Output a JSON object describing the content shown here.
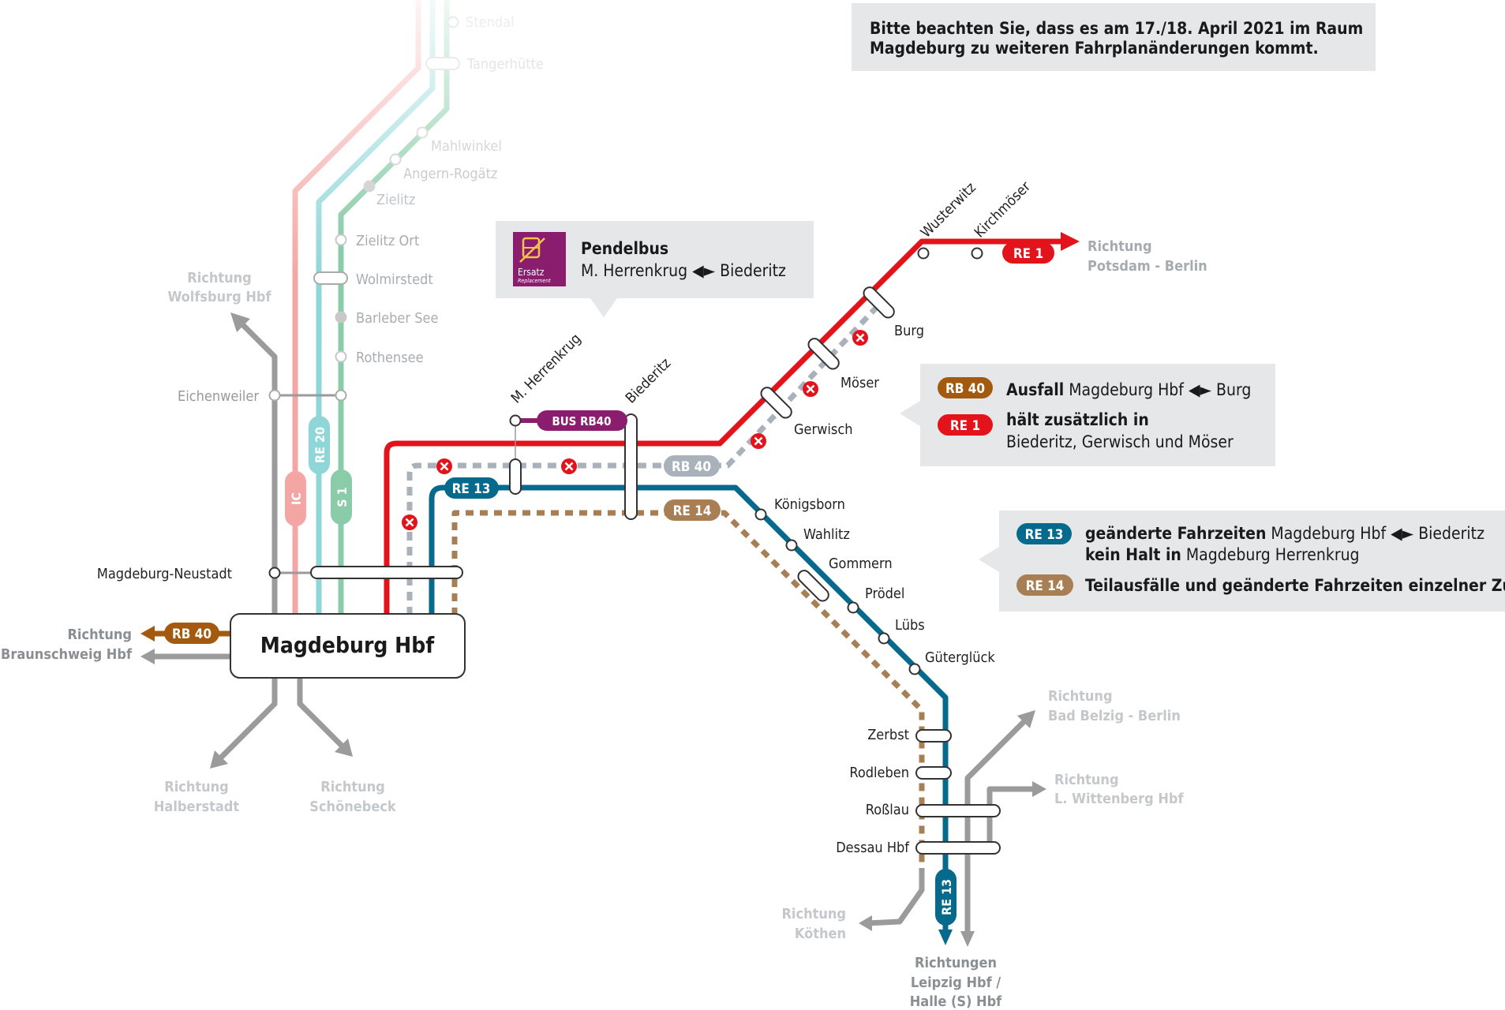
{
  "notice": {
    "line1": "Bitte beachten Sie, dass es am 17./18. April 2021 im Raum",
    "line2": "Magdeburg zu weiteren Fahrplanänderungen kommt."
  },
  "hub": {
    "label": "Magdeburg Hbf"
  },
  "pendelbus": {
    "title": "Pendelbus",
    "route": "M. Herrenkrug ◀► Biederitz",
    "icon_line1": "Ersatz",
    "icon_line2": "Replacement"
  },
  "info_box_north": {
    "item1": {
      "badge": "RB 40",
      "bold": "Ausfall",
      "rest": " Magdeburg Hbf ◀► Burg"
    },
    "item2": {
      "badge": "RE 1",
      "bold": "hält zusätzlich in",
      "line2": "Biederitz, Gerwisch und Möser"
    }
  },
  "info_box_south": {
    "item1": {
      "badge": "RE 13",
      "bold": "geänderte Fahrzeiten",
      "rest": " Magdeburg Hbf ◀► Biederitz",
      "bold2": "kein Halt in",
      "rest2": " Magdeburg Herrenkrug"
    },
    "item2": {
      "badge": "RE 14",
      "bold": "Teilausfälle und geänderte Fahrzeiten einzelner Züge"
    }
  },
  "line_badges": {
    "re1": "RE 1",
    "rb40": "RB 40",
    "re13": "RE 13",
    "re14": "RE 14",
    "bus": "BUS RB40",
    "ic": "IC",
    "re20": "RE 20",
    "s1": "S 1",
    "rb40_west": "RB 40",
    "re13_south": "RE 13"
  },
  "stations": {
    "stendal": "Stendal",
    "tangerhuette": "Tangerhütte",
    "mahlwinkel": "Mahlwinkel",
    "angern": "Angern-Rogätz",
    "zielitz": "Zielitz",
    "zielitz_ort": "Zielitz Ort",
    "wolmirstedt": "Wolmirstedt",
    "barleber": "Barleber See",
    "rothensee": "Rothensee",
    "eichenweiler": "Eichenweiler",
    "neustadt": "Magdeburg-Neustadt",
    "herrenkrug": "M. Herrenkrug",
    "biederitz": "Biederitz",
    "gerwisch": "Gerwisch",
    "moeser": "Möser",
    "burg": "Burg",
    "wusterwitz": "Wusterwitz",
    "kirchmoeser": "Kirchmöser",
    "koenigsborn": "Königsborn",
    "wahlitz": "Wahlitz",
    "gommern": "Gommern",
    "proedel": "Prödel",
    "luebs": "Lübs",
    "gueterglueck": "Güterglück",
    "zerbst": "Zerbst",
    "rodleben": "Rodleben",
    "rosslau": "Roßlau",
    "dessau": "Dessau Hbf"
  },
  "directions": {
    "wolfsburg": {
      "line1": "Richtung",
      "line2": "Wolfsburg Hbf"
    },
    "braunschweig": {
      "line1": "Richtung",
      "line2": "Braunschweig Hbf"
    },
    "halberstadt": {
      "line1": "Richtung",
      "line2": "Halberstadt"
    },
    "schoenebeck": {
      "line1": "Richtung",
      "line2": "Schönebeck"
    },
    "potsdam": {
      "line1": "Richtung",
      "line2": "Potsdam - Berlin"
    },
    "belzig": {
      "line1": "Richtung",
      "line2": "Bad Belzig - Berlin"
    },
    "wittenberg": {
      "line1": "Richtung",
      "line2": "L. Wittenberg Hbf"
    },
    "koethen": {
      "line1": "Richtung",
      "line2": "Köthen"
    },
    "leipzig": {
      "line1": "Richtungen",
      "line2": "Leipzig Hbf /",
      "line3": "Halle (S) Hbf"
    }
  },
  "colors": {
    "re1_red": "#E3131B",
    "rb40_grey": "#A9B1BA",
    "rb40_brown": "#A35A0F",
    "re13_blue": "#066A8C",
    "re14_brown": "#A87F55",
    "bus_purple": "#8B1D6E",
    "ic_pink": "#F4A6A4",
    "re20_cyan": "#8FD6D8",
    "s1_green": "#8ACCA9",
    "grey_line": "#9B9B9B",
    "box_grey": "#E6E7E8",
    "faded_text": "#C5C8CB"
  },
  "icons": [
    "cross-circle-icon",
    "bus-icon",
    "arrow-icon"
  ]
}
